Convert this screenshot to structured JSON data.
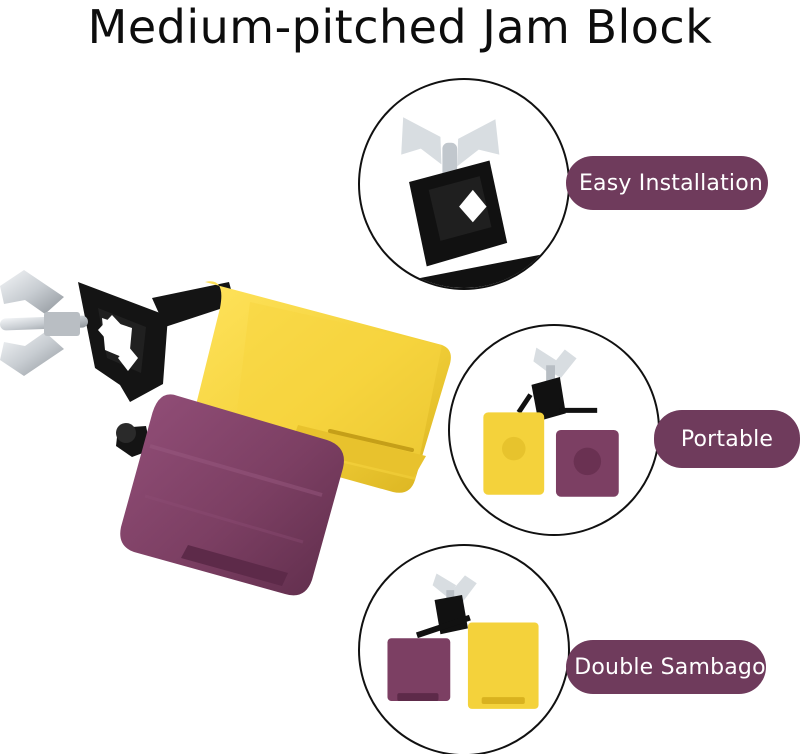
{
  "page": {
    "title": "Medium-pitched Jam Block"
  },
  "colors": {
    "title_text": "#0d0d0d",
    "pill_background": "#6f3b5c",
    "pill_text": "#ffffff",
    "yellow_block": "#f4d23b",
    "purple_block": "#7c3f63",
    "bracket_black": "#141414",
    "screw_silver": "#c8cdd2"
  },
  "features": [
    {
      "label": "Easy Installation"
    },
    {
      "label": "Portable"
    },
    {
      "label": "Double Sambago"
    }
  ]
}
